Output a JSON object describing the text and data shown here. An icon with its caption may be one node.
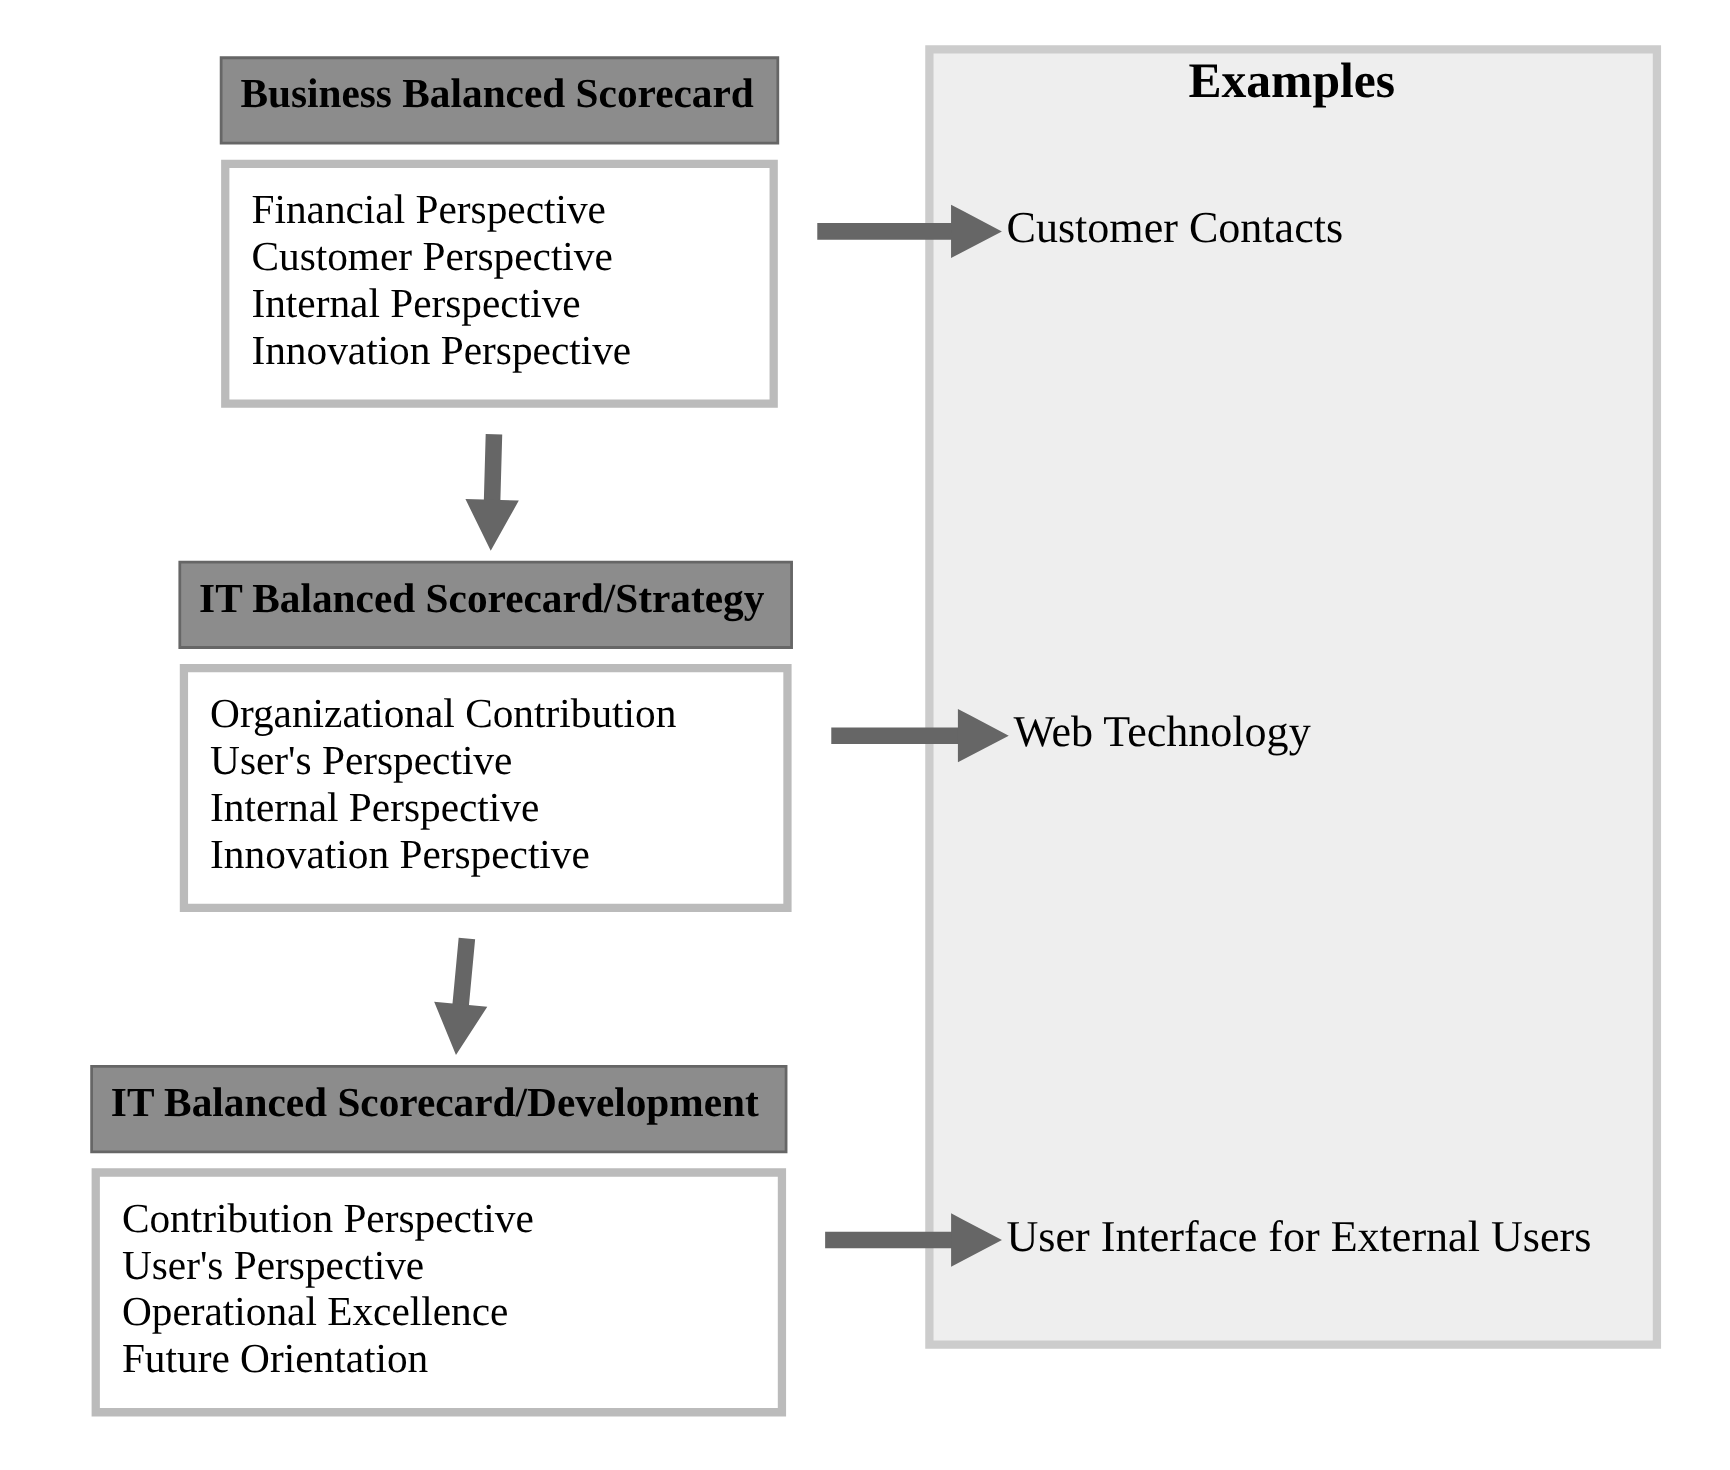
{
  "diagram": {
    "nodes": [
      {
        "text": [
          "Business Balanced Scorecard",
          "Financial Perspective",
          "Customer Perspective",
          "Internal Perspective",
          "Innovation Perspective"
        ]
      },
      {
        "text": [
          "Examples"
        ]
      },
      {
        "text": [
          "Customer Contacts"
        ],
        "in": 1
      },
      {
        "text": [
          "IT Balanced Scorecard/Strategy",
          "Organizational Contribution",
          "User's Perspective",
          "Internal Perspective",
          "Innovation Perspective"
        ]
      },
      {
        "text": [
          "Web Technology"
        ],
        "in": 1
      },
      {
        "text": [
          "IT Balanced Scorecard/Development",
          "Contribution Perspective",
          "User's Perspective",
          "Operational Excellence",
          "Future Orientation"
        ]
      },
      {
        "text": [
          "User Interface for External Users"
        ],
        "in": 1
      }
    ],
    "edges": [
      {
        "from": 0,
        "to": 2,
        "arrow": "to"
      },
      {
        "from": 0,
        "to": 3,
        "arrow": "to"
      },
      {
        "from": 3,
        "to": 4,
        "arrow": "to"
      },
      {
        "from": 3,
        "to": 5,
        "arrow": "to"
      },
      {
        "from": 5,
        "to": 6,
        "arrow": "to"
      }
    ]
  }
}
